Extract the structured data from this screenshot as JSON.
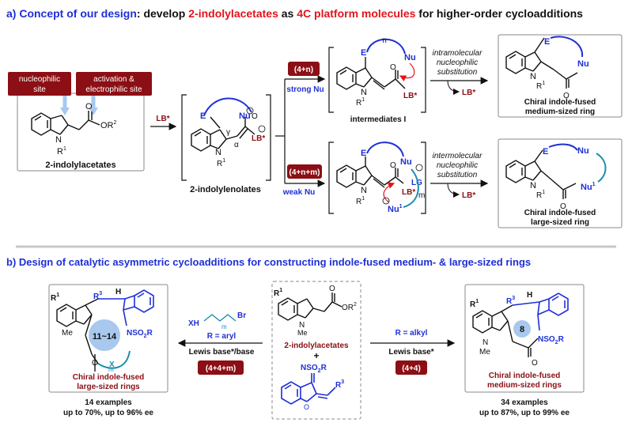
{
  "colors": {
    "blue": "#1f2fd6",
    "red": "#e0141b",
    "darkred": "#8b0f14",
    "teal": "#1a8fb0",
    "black": "#111111",
    "gray": "#666666",
    "lightblue": "#a8c8ee"
  },
  "section_a": {
    "title_prefix": "a) ",
    "title_concept": "Concept of our design",
    "title_mid": ": develop ",
    "title_indolyl": "2-indolylacetates",
    "title_as": " as ",
    "title_platform": "4C platform molecules",
    "title_suffix": " for higher-order cycloadditions",
    "label_nucleophilic": "nucleophilic",
    "label_site": "site",
    "label_activation": "activation &",
    "label_electrophilic": "electrophilic site",
    "start_name": "2-indolylacetates",
    "lb_reagent": "LB*",
    "enolate_name": "2-indolylenolates",
    "path_top_tag": "(4+n)",
    "path_top_nu": "strong Nu",
    "path_bottom_tag": "(4+n+m)",
    "path_bottom_nu": "weak Nu",
    "intermediate_label": "intermediates I",
    "intra_1": "intramolecular",
    "intra_2": "nucleophilic",
    "intra_3": "substitution",
    "inter_1": "intermolecular",
    "inter_2": "nucleophilic",
    "inter_3": "substitution",
    "release_top": "LB*",
    "release_bottom": "LB*",
    "product_top_1": "Chiral indole-fused",
    "product_top_2": "medium-sized ring",
    "product_bottom_1": "Chiral indole-fused",
    "product_bottom_2": "large-sized ring",
    "atom_E": "E",
    "atom_Nu": "Nu",
    "atom_Nu1": "Nu",
    "atom_LG": "LG",
    "atom_n": "n",
    "atom_m": "m",
    "atom_O": "O",
    "atom_OR2": "OR",
    "atom_R1": "R",
    "atom_N": "N",
    "atom_gamma": "γ",
    "atom_alpha": "α"
  },
  "section_b": {
    "title": "b) Design of catalytic asymmetric cycloadditions for constructing indole-fused medium- & large-sized rings",
    "left_ring": "11~14",
    "left_product_1": "Chiral indole-fused",
    "left_product_2": "large-sized rings",
    "left_examples": "14 examples",
    "left_yield": "up to 70%, up to 96% ee",
    "left_reagent_XH": "XH",
    "left_reagent_Br": "Br",
    "left_reagent_R": "R = aryl",
    "left_conditions": "Lewis base*/base",
    "left_tag": "(4+4+m)",
    "center_indolyl": "2-indolylacetates",
    "center_plus": "+",
    "center_NSO2R": "NSO",
    "center_R3": "R",
    "right_reagent_R": "R = alkyl",
    "right_conditions": "Lewis base*",
    "right_tag": "(4+4)",
    "right_ring": "8",
    "right_product_1": "Chiral indole-fused",
    "right_product_2": "medium-sized rings",
    "right_examples": "34 examples",
    "right_yield": "up to 87%, up to 99% ee",
    "atom_Me": "Me",
    "atom_H": "H",
    "atom_X": "X",
    "atom_NSO2R": "NSO"
  }
}
